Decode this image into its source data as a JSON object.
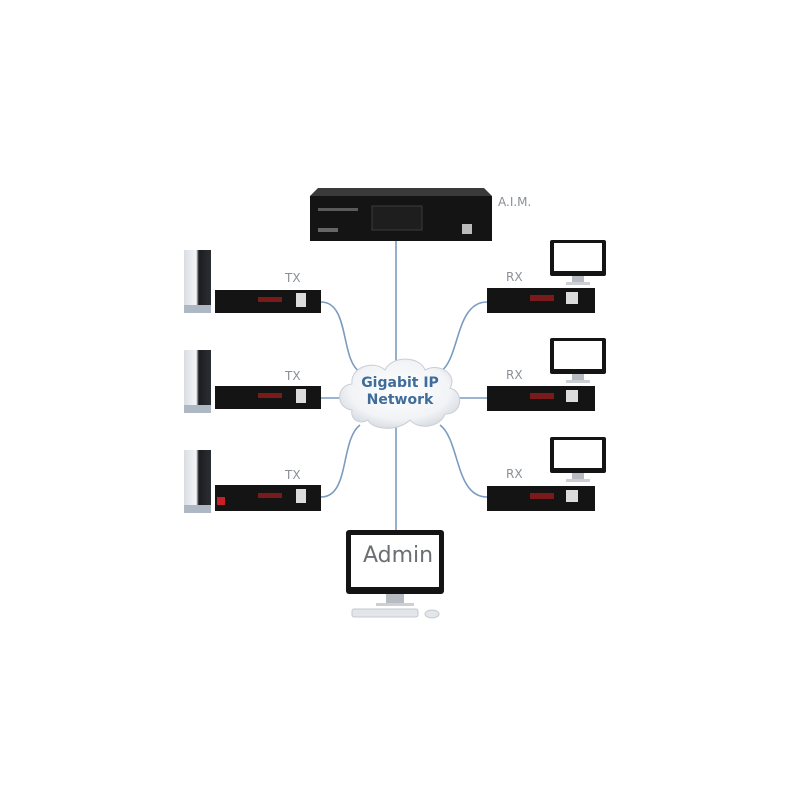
{
  "diagram": {
    "core": {
      "label": "A.I.M."
    },
    "network": {
      "line1": "Gigabit IP",
      "line2": "Network"
    },
    "transmitters": [
      {
        "label": "TX"
      },
      {
        "label": "TX"
      },
      {
        "label": "TX"
      }
    ],
    "receivers": [
      {
        "label": "RX"
      },
      {
        "label": "RX"
      },
      {
        "label": "RX"
      }
    ],
    "admin": {
      "label": "Admin"
    },
    "colors": {
      "link": "#7a9cc0",
      "device": "#151515",
      "text": "#8a8f96",
      "cloud_text": "#3f6c99"
    }
  }
}
